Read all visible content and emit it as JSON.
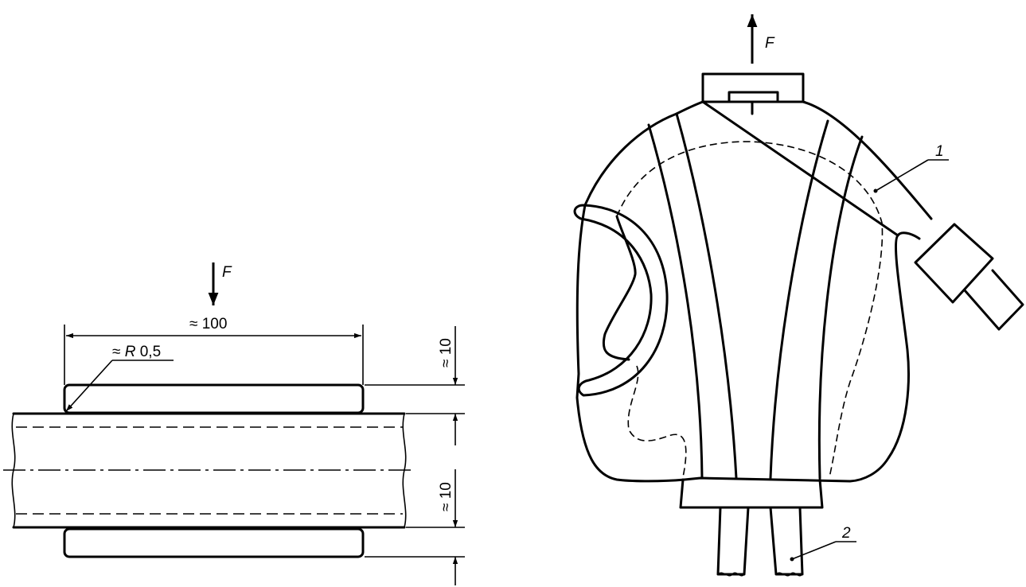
{
  "left_figure": {
    "force_label": "F",
    "width_dimension": "≈ 100",
    "radius_dimension_prefix": "≈ ",
    "radius_dimension_symbol": "R",
    "radius_dimension_value": " 0,5",
    "top_gap_dimension": "≈ 10",
    "bottom_gap_dimension": "≈ 10"
  },
  "right_figure": {
    "force_label": "F",
    "callout_1": "1",
    "callout_2": "2"
  }
}
